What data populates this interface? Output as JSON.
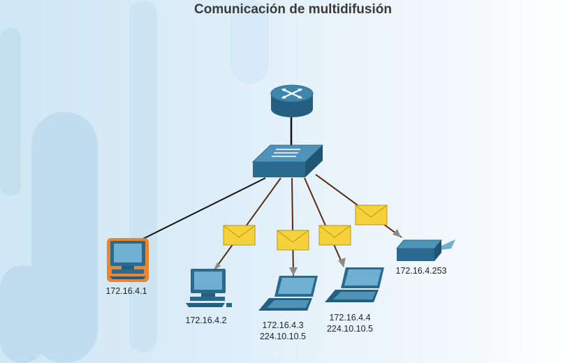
{
  "title": "Comunicación de multidifusión",
  "hosts": [
    {
      "ip": "172.16.4.1",
      "multicast": ""
    },
    {
      "ip": "172.16.4.2",
      "multicast": ""
    },
    {
      "ip": "172.16.4.3",
      "multicast": "224.10.10.5"
    },
    {
      "ip": "172.16.4.4",
      "multicast": "224.10.10.5"
    },
    {
      "ip": "172.16.4.253",
      "multicast": ""
    }
  ],
  "colors": {
    "device": "#2a6a8e",
    "device_light": "#4f93b8",
    "source_highlight": "#f07a1a",
    "envelope": "#f5d23a",
    "link_multicast": "#5a2a10",
    "link_plain": "#111111"
  },
  "icons": [
    "router-icon",
    "switch-icon",
    "desktop-icon",
    "laptop-icon",
    "printer-icon",
    "envelope-icon"
  ]
}
